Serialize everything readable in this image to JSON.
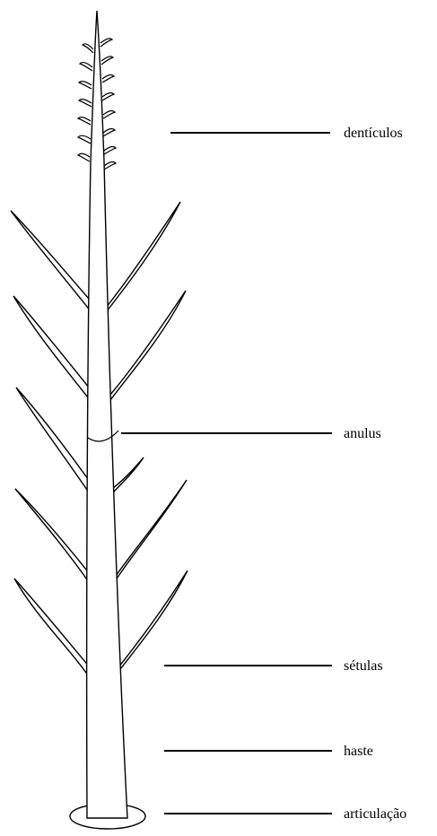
{
  "labels": {
    "denticulos": "dentículos",
    "anulus": "anulus",
    "setulas": "sétulas",
    "haste": "haste",
    "articulacao": "articulação"
  },
  "colors": {
    "line": "#000000",
    "background": "#ffffff"
  }
}
